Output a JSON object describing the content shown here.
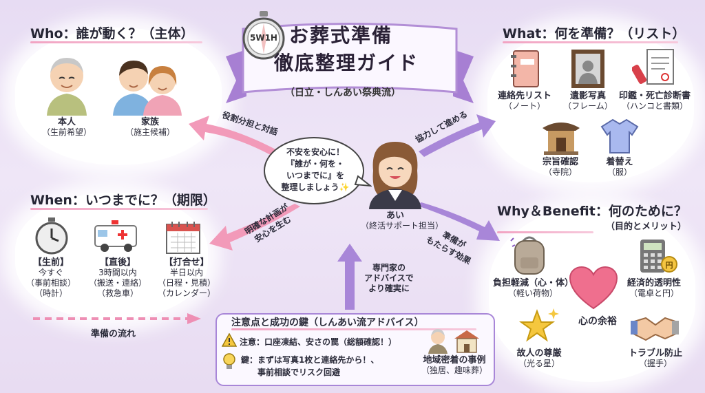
{
  "title": {
    "badge": "5W1H",
    "line1": "お葬式準備",
    "line2": "徹底整理ガイド",
    "subtitle": "（日立・しんあい祭典流）"
  },
  "who": {
    "title": "Who：誰が動く？（主体）",
    "items": [
      {
        "name": "本人",
        "sub": "（生前希望）"
      },
      {
        "name": "家族",
        "sub": "（施主候補）"
      }
    ]
  },
  "what": {
    "title": "What：何を準備？（リスト）",
    "items": [
      {
        "name": "連絡先リスト",
        "sub": "（ノート）"
      },
      {
        "name": "遺影写真",
        "sub": "（フレーム）"
      },
      {
        "name": "印鑑・死亡診断書",
        "sub": "（ハンコと書類）"
      },
      {
        "name": "宗旨確認",
        "sub": "（寺院）"
      },
      {
        "name": "着替え",
        "sub": "（服）"
      }
    ]
  },
  "when": {
    "title": "When：いつまでに？（期限）",
    "items": [
      {
        "l1": "【生前】",
        "l2": "今すぐ",
        "l3": "（事前相談）",
        "l4": "（時計）"
      },
      {
        "l1": "【直後】",
        "l2": "3時間以内",
        "l3": "（搬送・連絡）",
        "l4": "（救急車）"
      },
      {
        "l1": "【打合せ】",
        "l2": "半日以内",
        "l3": "（日程・見積）",
        "l4": "（カレンダー）"
      }
    ],
    "flow": "準備の流れ"
  },
  "why": {
    "title": "Why＆Benefit：何のために？",
    "subtitle": "（目的とメリット）",
    "items": [
      {
        "name": "負担軽減（心・体）",
        "sub": "（軽い荷物）"
      },
      {
        "name": "経済的透明性",
        "sub": "（電卓と円）"
      },
      {
        "name": "心の余裕",
        "sub": ""
      },
      {
        "name": "故人の尊厳",
        "sub": "（光る星）"
      },
      {
        "name": "トラブル防止",
        "sub": "（握手）"
      }
    ],
    "yen": "円"
  },
  "center": {
    "bubble": [
      "不安を安心に！",
      "『誰が・何を・",
      "いつまでに』を",
      "整理しましょう✨"
    ],
    "name": "あい",
    "role": "（終活サポート担当）"
  },
  "arrows": {
    "who": "役割分担と対話",
    "what": "協力して進める",
    "when": [
      "明確な計画が",
      "安心を生む"
    ],
    "why": [
      "準備が",
      "もたらす効果"
    ],
    "expert": [
      "専門家の",
      "アドバイスで",
      "より確実に"
    ]
  },
  "notes": {
    "title": "注意点と成功の鍵（しんあい流アドバイス）",
    "caution": "注意：口座凍結、安さの罠（総額確認！）",
    "key1": "鍵：まずは写真1枚と連絡先から！、",
    "key2": "事前相談でリスク回避",
    "local": "地域密着の事例",
    "local_sub": "（独居、趣味葬）"
  },
  "colors": {
    "accent": "#8a5bc0",
    "pink": "#ee8fb4",
    "text": "#2b2b3a"
  }
}
